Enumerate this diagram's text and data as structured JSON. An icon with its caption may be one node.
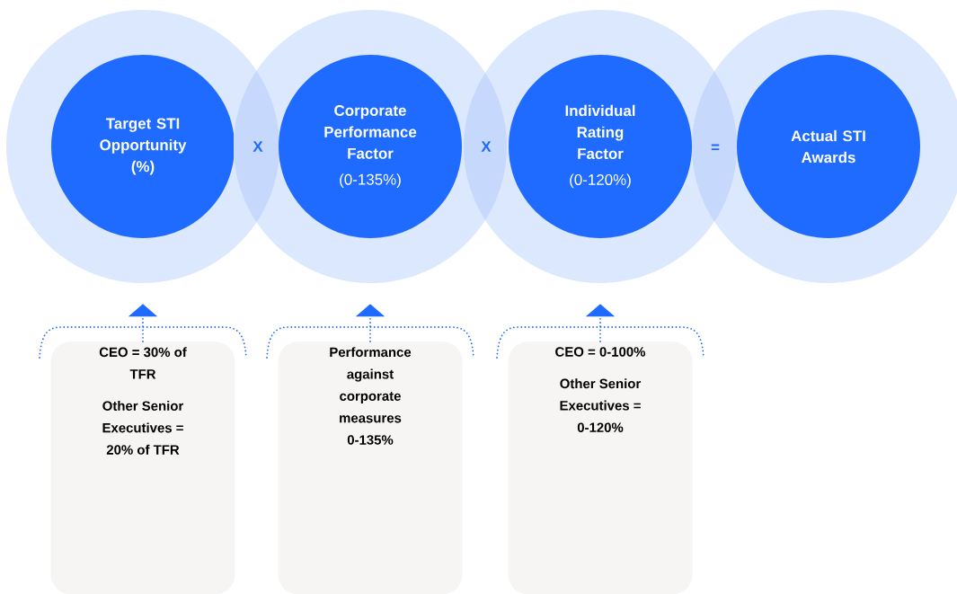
{
  "diagram": {
    "nodes": [
      {
        "text": [
          "Target STI Opportunity (%)"
        ]
      },
      {
        "text": [
          "Corporate Performance Factor",
          "(0-135%)"
        ]
      },
      {
        "text": [
          "Individual Rating Factor",
          "(0-120%)"
        ]
      },
      {
        "text": [
          "Actual STI Awards"
        ]
      },
      {
        "text": [
          "CEO = 30% of TFR",
          "Other Senior Executives = 20% of TFR"
        ]
      },
      {
        "text": [
          "Performance against corporate measures 0-135%"
        ]
      },
      {
        "text": [
          "CEO = 0-100%",
          "Other Senior Executives = 0-120%"
        ]
      }
    ],
    "edges": [
      {
        "from": 4,
        "to": 0,
        "arrow": "to"
      },
      {
        "from": 5,
        "to": 1,
        "arrow": "to"
      },
      {
        "from": 6,
        "to": 2,
        "arrow": "to"
      }
    ],
    "labels": [
      "X",
      "X",
      "="
    ]
  }
}
